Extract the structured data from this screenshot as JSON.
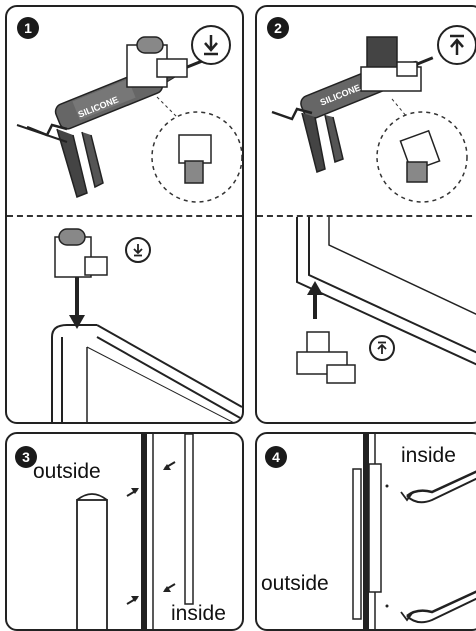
{
  "steps": {
    "s1": {
      "number": "1"
    },
    "s2": {
      "number": "2"
    },
    "s3": {
      "number": "3",
      "label_outside": "outside",
      "label_inside": "inside"
    },
    "s4": {
      "number": "4",
      "label_outside": "outside",
      "label_inside": "inside"
    }
  },
  "cartridge_label": "SILICONE",
  "icons": {
    "s1_top": "arrow-down-circle-icon",
    "s1_bottom": "arrow-down-circle-icon",
    "s2_top": "arrow-up-circle-icon",
    "s2_bottom": "arrow-up-circle-icon"
  }
}
